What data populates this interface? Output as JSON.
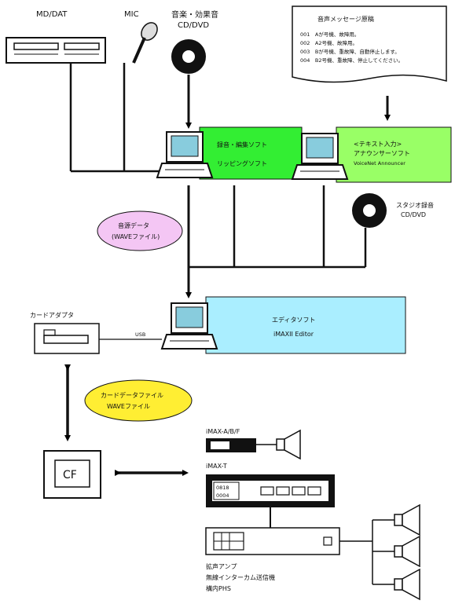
{
  "labels": {
    "md_dat": "MD/DAT",
    "mic": "MIC",
    "music_line1": "音楽・効果音",
    "music_line2": "CD/DVD",
    "studio_line1": "スタジオ録音",
    "studio_line2": "CD/DVD",
    "card_adapter": "カードアダプタ",
    "usb": "USB",
    "cf": "CF",
    "imax_abf": "iMAX-A/B/F",
    "imax_t": "iMAX-T",
    "panel_line1": "0818",
    "panel_line2": "0004",
    "amp_line1": "拡声アンプ",
    "amp_line2": "無線インターカム送信機",
    "amp_line3": "構内PHS"
  },
  "script_doc": {
    "title": "音声メッセージ原稿",
    "lines": [
      "001　Aが号機、故障用。",
      "002　A2号機、故障用。",
      "003　Bが号機、重故障、自動停止します。",
      "004　B2号機、重故障、停止してください。"
    ]
  },
  "software": {
    "recording_line1": "録音・編集ソフト",
    "recording_line2": "リッピングソフト",
    "announcer_line1": "<テキスト入力>",
    "announcer_line2": "アナウンサーソフト",
    "announcer_line3": "VoiceNet Announcer",
    "editor_line1": "エディタソフト",
    "editor_line2": "iMAXII Editor"
  },
  "bubbles": {
    "source_line1": "音源データ",
    "source_line2": "(WAVEファイル)",
    "card_line1": "カードデータファイル",
    "card_line2": "WAVEファイル"
  },
  "colors": {
    "green": "#33ee33",
    "light_green": "#99ff66",
    "cyan": "#aaeeff",
    "pink": "#f4c6f4",
    "yellow": "#ffee33",
    "screen": "#88ccdd"
  }
}
